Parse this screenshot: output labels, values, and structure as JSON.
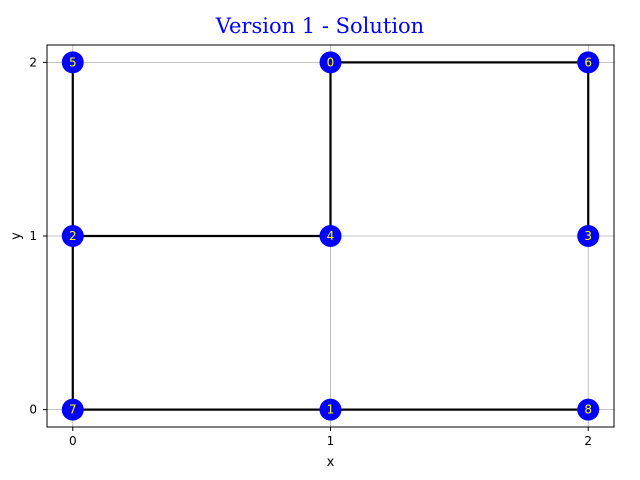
{
  "chart_data": {
    "type": "scatter",
    "title": "Version 1 - Solution",
    "xlabel": "x",
    "ylabel": "y",
    "xlim": [
      -0.1,
      2.1
    ],
    "ylim": [
      -0.1,
      2.1
    ],
    "xticks": [
      0,
      1,
      2
    ],
    "yticks": [
      0,
      1,
      2
    ],
    "grid": true,
    "colors": {
      "title": "#0000ff",
      "node": "#0000ff",
      "node_label": "#ffff00",
      "edge": "#000000",
      "grid": "#b0b0b0"
    },
    "nodes": [
      {
        "id": "0",
        "x": 1,
        "y": 2
      },
      {
        "id": "1",
        "x": 1,
        "y": 0
      },
      {
        "id": "2",
        "x": 0,
        "y": 1
      },
      {
        "id": "3",
        "x": 2,
        "y": 1
      },
      {
        "id": "4",
        "x": 1,
        "y": 1
      },
      {
        "id": "5",
        "x": 0,
        "y": 2
      },
      {
        "id": "6",
        "x": 2,
        "y": 2
      },
      {
        "id": "7",
        "x": 0,
        "y": 0
      },
      {
        "id": "8",
        "x": 2,
        "y": 0
      }
    ],
    "edges": [
      [
        "5",
        "2"
      ],
      [
        "2",
        "4"
      ],
      [
        "4",
        "0"
      ],
      [
        "0",
        "6"
      ],
      [
        "6",
        "3"
      ],
      [
        "2",
        "7"
      ],
      [
        "7",
        "1"
      ],
      [
        "1",
        "8"
      ]
    ]
  }
}
